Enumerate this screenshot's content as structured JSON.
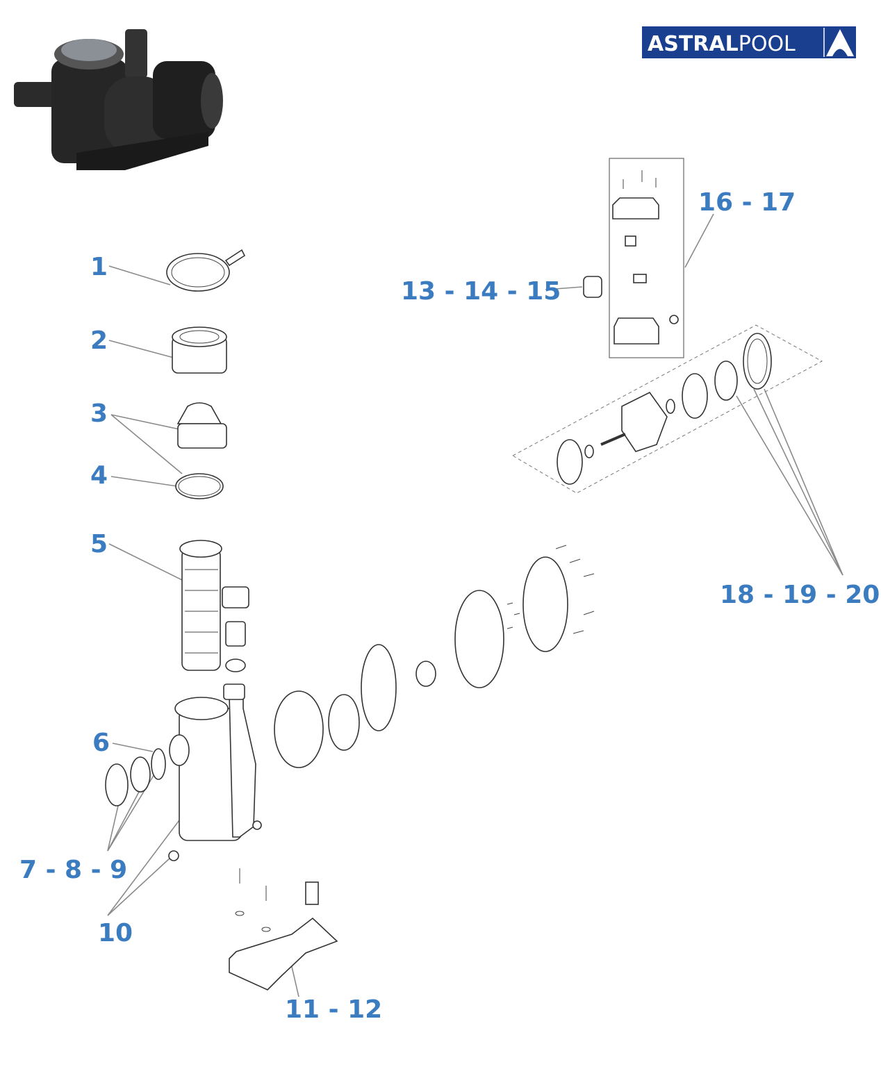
{
  "brand": {
    "name": "ASTRALPOOL",
    "name_bold": "ASTRAL",
    "name_light": "POOL",
    "color": "#1a3f8f"
  },
  "label_color": "#3b7cc0",
  "callouts": [
    {
      "id": "1",
      "text": "1"
    },
    {
      "id": "2",
      "text": "2"
    },
    {
      "id": "3",
      "text": "3"
    },
    {
      "id": "4",
      "text": "4"
    },
    {
      "id": "5",
      "text": "5"
    },
    {
      "id": "6",
      "text": "6"
    },
    {
      "id": "7-8-9",
      "text": "7 - 8 - 9"
    },
    {
      "id": "10",
      "text": "10"
    },
    {
      "id": "11-12",
      "text": "11 - 12"
    },
    {
      "id": "13-14-15",
      "text": "13 - 14 - 15"
    },
    {
      "id": "16-17",
      "text": "16 - 17"
    },
    {
      "id": "18-19-20",
      "text": "18 - 19 - 20"
    }
  ]
}
